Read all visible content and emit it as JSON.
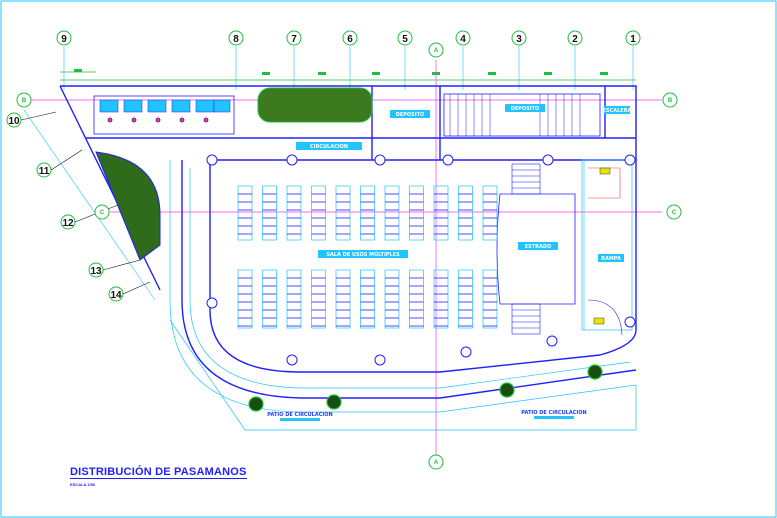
{
  "drawing": {
    "title": "DISTRIBUCIÓN DE PASAMANOS",
    "scale": "ESCALA 1/50"
  },
  "grid_axes": {
    "top": [
      "9",
      "8",
      "7",
      "6",
      "5",
      "4",
      "3",
      "2",
      "1"
    ],
    "left": [
      "10",
      "11",
      "12",
      "13",
      "14"
    ],
    "section_marks": [
      "A",
      "A",
      "B",
      "B",
      "C",
      "C"
    ]
  },
  "rooms": {
    "hall": "SALA DE USOS MÚLTIPLES",
    "stage": "ESTRADO",
    "room_a": "DEPOSITO",
    "room_b": "DEPOSITO",
    "room_c": "ESCALERA",
    "corridor": "CIRCULACION",
    "ramp": "RAMPA",
    "patio": "PATIO DE CIRCULACION",
    "patio2": "PATIO DE CIRCULACION"
  },
  "colors": {
    "wall": "#2020ff",
    "cyan": "#22c4ff",
    "green": "#1fbf3a",
    "magenta": "#ff33ff",
    "red": "#ff3b3b"
  }
}
